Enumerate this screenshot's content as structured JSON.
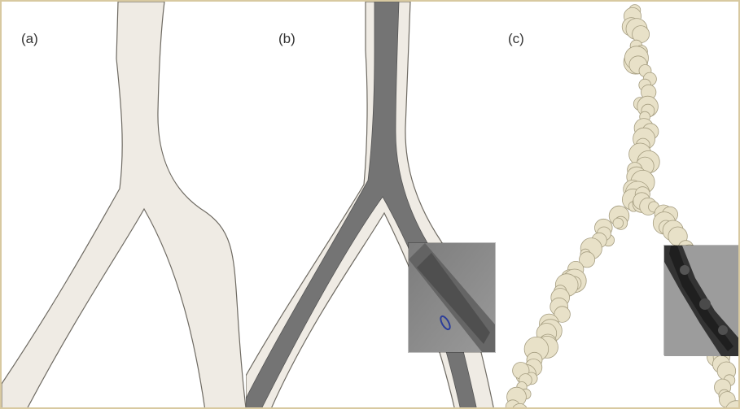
{
  "panels": [
    {
      "id": "a",
      "label": "(a)"
    },
    {
      "id": "b",
      "label": "(b)"
    },
    {
      "id": "c",
      "label": "(c)"
    }
  ],
  "colors": {
    "frame_border": "#d8c9a0",
    "tube_fill": "#efebe4",
    "tube_outline": "#6e6a62",
    "core_fill": "#747474",
    "sphere_fill": "#e8e1c8",
    "sphere_outline": "#a59d80",
    "inset_bg": "#8a8a8a"
  }
}
